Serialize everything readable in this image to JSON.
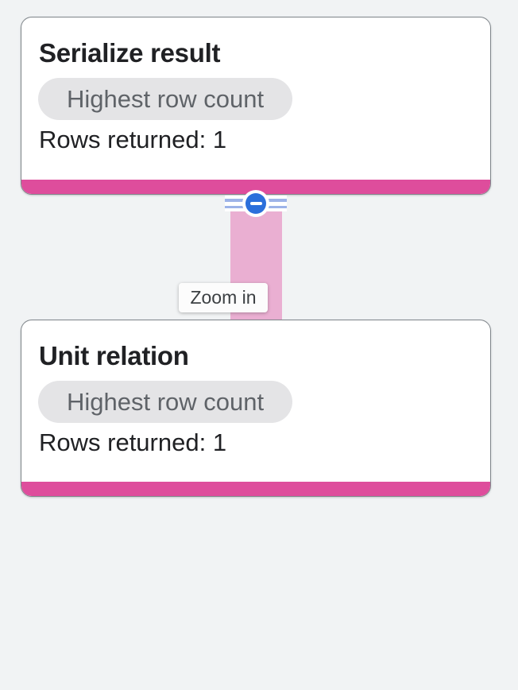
{
  "graph": {
    "nodes": [
      {
        "title": "Serialize result",
        "badge": "Highest row count",
        "rows_label": "Rows returned: 1"
      },
      {
        "title": "Unit relation",
        "badge": "Highest row count",
        "rows_label": "Rows returned: 1"
      }
    ],
    "edge": {
      "collapse_icon": "remove-circle-icon",
      "tooltip": "Zoom in"
    }
  },
  "colors": {
    "bg": "#F1F3F4",
    "card-bg": "#FFFFFF",
    "card-border": "#80868B",
    "magenta": "#DE4D9C",
    "lightpink": "#EAAFD2",
    "chip-bg": "#E4E4E6",
    "chip-text": "#5F6368",
    "text": "#202124",
    "blue": "#2C6FDB",
    "stripe-blue": "#9DB3E8",
    "tooltip-bg": "#FCFCFC",
    "tooltip-text": "#3C4043"
  }
}
